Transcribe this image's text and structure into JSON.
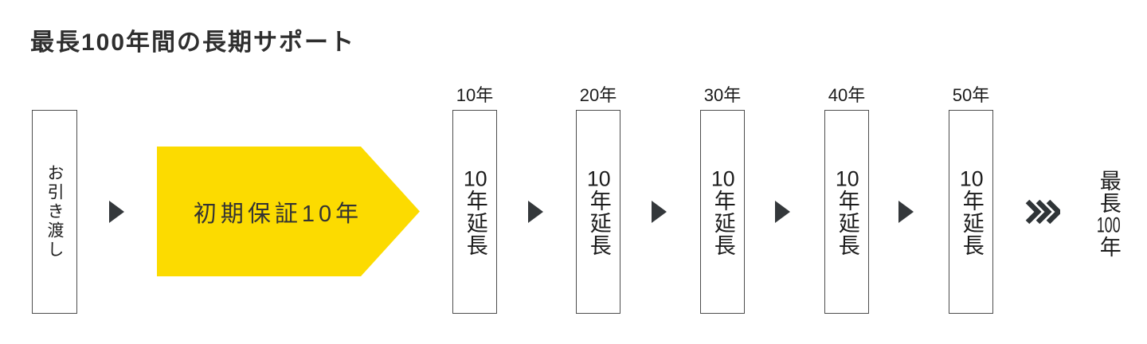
{
  "title": "最長100年間の長期サポート",
  "colors": {
    "accent_yellow": "#FCDB00",
    "arrow_dark": "#34383B",
    "text_dark": "#1B1B1B",
    "title_dark": "#2E2E2E",
    "box_border": "#4D4D4D",
    "background": "#FFFFFF"
  },
  "flow": {
    "start_box": {
      "label": "お引き渡し"
    },
    "initial_warranty": {
      "label": "初期保証10年"
    },
    "extensions": [
      {
        "year_label": "10年",
        "box_num": "10",
        "box_suffix": "年延長"
      },
      {
        "year_label": "20年",
        "box_num": "10",
        "box_suffix": "年延長"
      },
      {
        "year_label": "30年",
        "box_num": "10",
        "box_suffix": "年延長"
      },
      {
        "year_label": "40年",
        "box_num": "10",
        "box_suffix": "年延長"
      },
      {
        "year_label": "50年",
        "box_num": "10",
        "box_suffix": "年延長"
      }
    ],
    "final": {
      "prefix": "最長",
      "num": "100",
      "suffix": "年"
    }
  }
}
